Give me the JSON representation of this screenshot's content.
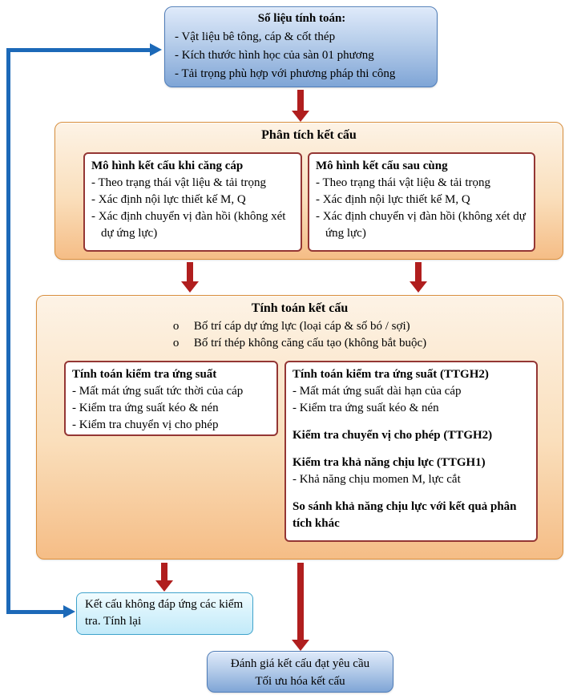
{
  "diagram": {
    "input": {
      "title": "Số liệu tính toán:",
      "lines": [
        "- Vật liệu bê tông, cáp & cốt thép",
        "- Kích thước hình học của sàn 01 phương",
        "- Tải trọng phù hợp với phương pháp thi công"
      ]
    },
    "analysis": {
      "title": "Phân tích kết cấu",
      "stressing": {
        "title": "Mô hình kết cấu khi căng cáp",
        "lines": [
          "- Theo trạng thái vật liệu & tải trọng",
          "- Xác định nội lực thiết kế M, Q",
          "- Xác định chuyển vị đàn hồi (không xét dự ứng lực)"
        ]
      },
      "final": {
        "title": "Mô hình kết cấu sau cùng",
        "lines": [
          "- Theo trạng thái vật liệu & tải trọng",
          "- Xác định nội lực thiết kế M, Q",
          "- Xác định chuyển vị đàn hồi (không xét dự ứng lực)"
        ]
      }
    },
    "calculation": {
      "title": "Tính toán kết cấu",
      "marker": "o",
      "bullets": [
        "Bố trí cáp dự ứng lực (loại cáp & số bó / sợi)",
        "Bố trí thép không căng cấu tạo (không bắt buộc)"
      ],
      "transfer": {
        "title": "Tính toán kiểm tra ứng suất",
        "lines": [
          "- Mất mát ứng suất tức thời của cáp",
          "- Kiểm tra ứng suất kéo & nén",
          "- Kiểm tra chuyển vị cho phép"
        ]
      },
      "service": {
        "items": [
          "Tính toán kiểm tra ứng suất (TTGH2)",
          "- Mất mát ứng suất dài hạn của cáp",
          "- Kiểm tra ứng suất kéo & nén",
          "Kiểm tra chuyển vị cho phép (TTGH2)",
          "Kiểm tra khả năng chịu lực (TTGH1)",
          "- Khả năng chịu momen M, lực cắt",
          "So sánh khả năng chịu lực với kết quả phân tích khác"
        ]
      }
    },
    "fail": {
      "text": "Kết cấu không đáp ứng các kiểm tra. Tính lại"
    },
    "pass": {
      "line1": "Đánh giá kết cấu đạt yêu cầu",
      "line2": "Tối ưu hóa kết cấu"
    }
  },
  "colors": {
    "red_arrow": "#B01E1E",
    "blue_arrow": "#1C69B8",
    "card_border": "#943634",
    "panel_border": "#D98F3E",
    "blue_box_border": "#4E7CB8",
    "fail_box_border": "#3FA3CB"
  }
}
